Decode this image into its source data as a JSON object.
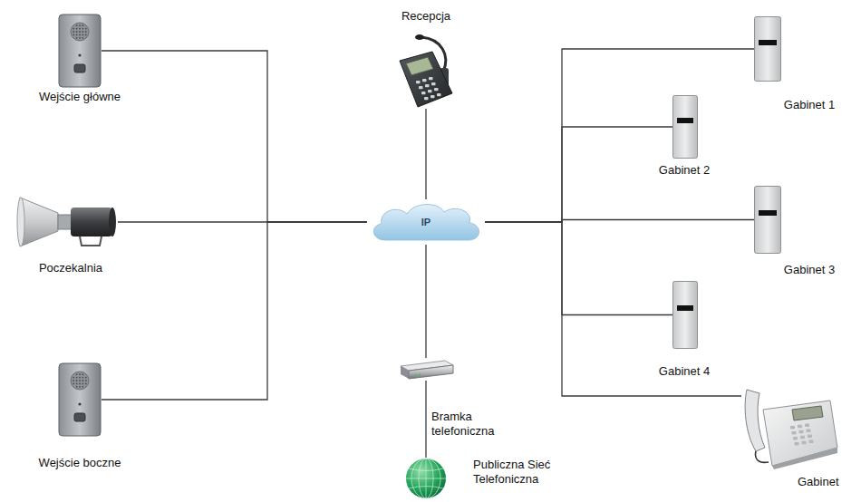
{
  "diagram": {
    "nodes": [
      {
        "text": [
          "Wejście główne"
        ]
      },
      {
        "text": [
          "Recepcja"
        ]
      },
      {
        "text": [
          "Gabinet 1"
        ]
      },
      {
        "text": [
          "Poczekalnia"
        ]
      },
      {
        "text": [
          "Gabinet 2"
        ]
      },
      {
        "text": [
          "IP"
        ]
      },
      {
        "text": [
          "Gabinet 3"
        ]
      },
      {
        "text": [
          "Gabinet 4"
        ]
      },
      {
        "text": [
          "Bramka telefoniczna"
        ]
      },
      {
        "text": [
          "Wejście boczne"
        ]
      },
      {
        "text": [
          "Gabinet"
        ]
      },
      {
        "text": [
          "Publiczna Sieć Telefoniczna"
        ]
      }
    ],
    "edges": [
      {
        "from": 0,
        "to": 5,
        "arrow": "none"
      },
      {
        "from": 3,
        "to": 5,
        "arrow": "none"
      },
      {
        "from": 9,
        "to": 5,
        "arrow": "none"
      },
      {
        "from": 1,
        "to": 5,
        "arrow": "none"
      },
      {
        "from": 5,
        "to": 2,
        "arrow": "none"
      },
      {
        "from": 5,
        "to": 4,
        "arrow": "none"
      },
      {
        "from": 5,
        "to": 6,
        "arrow": "none"
      },
      {
        "from": 5,
        "to": 7,
        "arrow": "none"
      },
      {
        "from": 5,
        "to": 10,
        "arrow": "none"
      },
      {
        "from": 5,
        "to": 8,
        "arrow": "none"
      },
      {
        "from": 8,
        "to": 11,
        "arrow": "none"
      }
    ]
  }
}
